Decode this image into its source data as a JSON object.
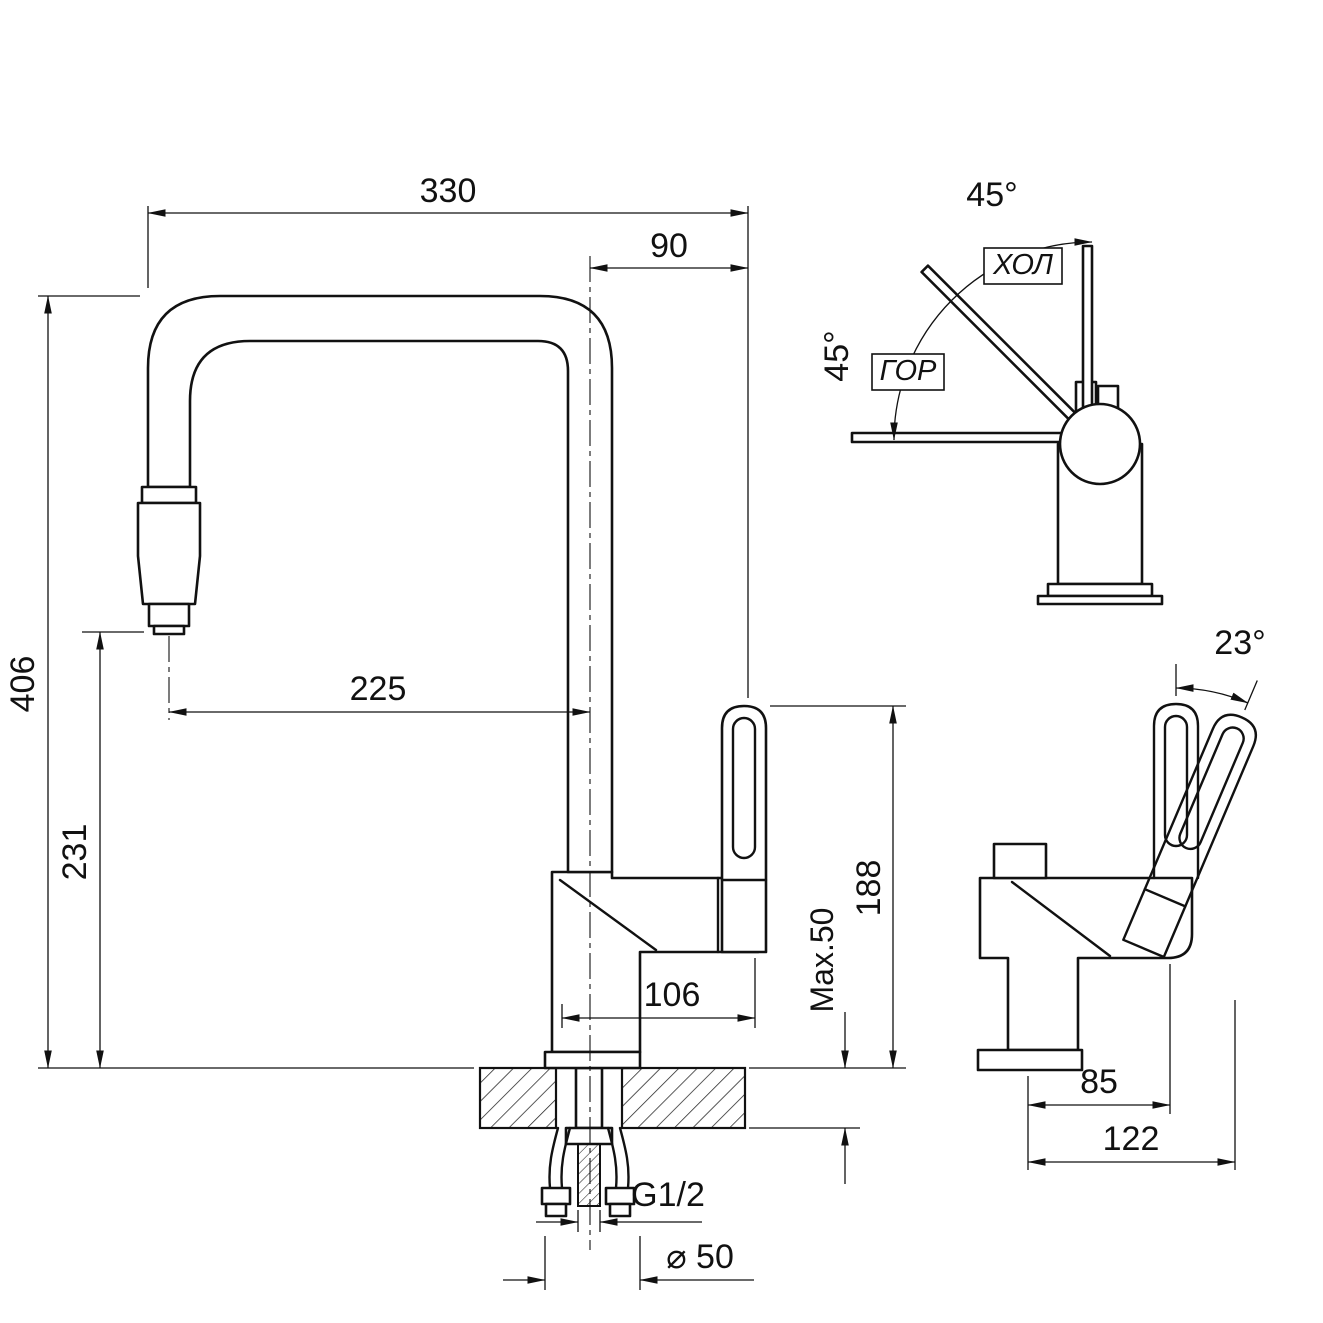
{
  "views": {
    "front": {
      "dim_width_total": "330",
      "dim_spout_to_handle": "90",
      "dim_height_total": "406",
      "dim_height_spray": "231",
      "dim_reach": "225",
      "dim_body_depth": "106",
      "dim_mount_max": "Max.50",
      "dim_handle_top": "188",
      "dim_thread": "G1/2",
      "dim_base_diameter": "⌀ 50"
    },
    "rotation": {
      "dim_angle_cold": "45°",
      "dim_angle_hot": "45°",
      "label_cold": "ХОЛ",
      "label_hot": "ГОР"
    },
    "side": {
      "dim_handle_tilt": "23°",
      "dim_depth_body": "85",
      "dim_depth_total": "122"
    }
  }
}
